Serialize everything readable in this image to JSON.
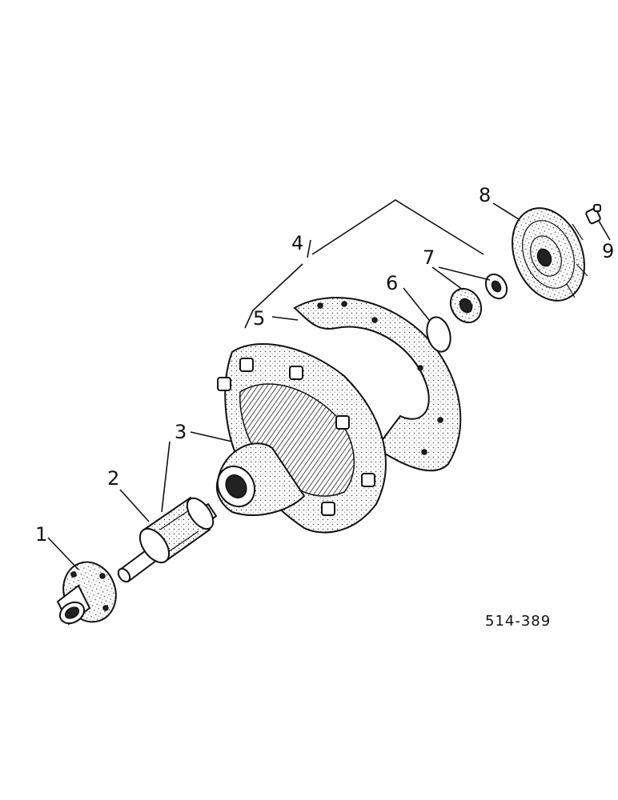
{
  "labels": {
    "l1": "1",
    "l2": "2",
    "l3": "3",
    "l4": "4",
    "l5": "5",
    "l6": "6",
    "l7": "7",
    "l8": "8",
    "l9": "9"
  },
  "drawing_code": "514-389"
}
